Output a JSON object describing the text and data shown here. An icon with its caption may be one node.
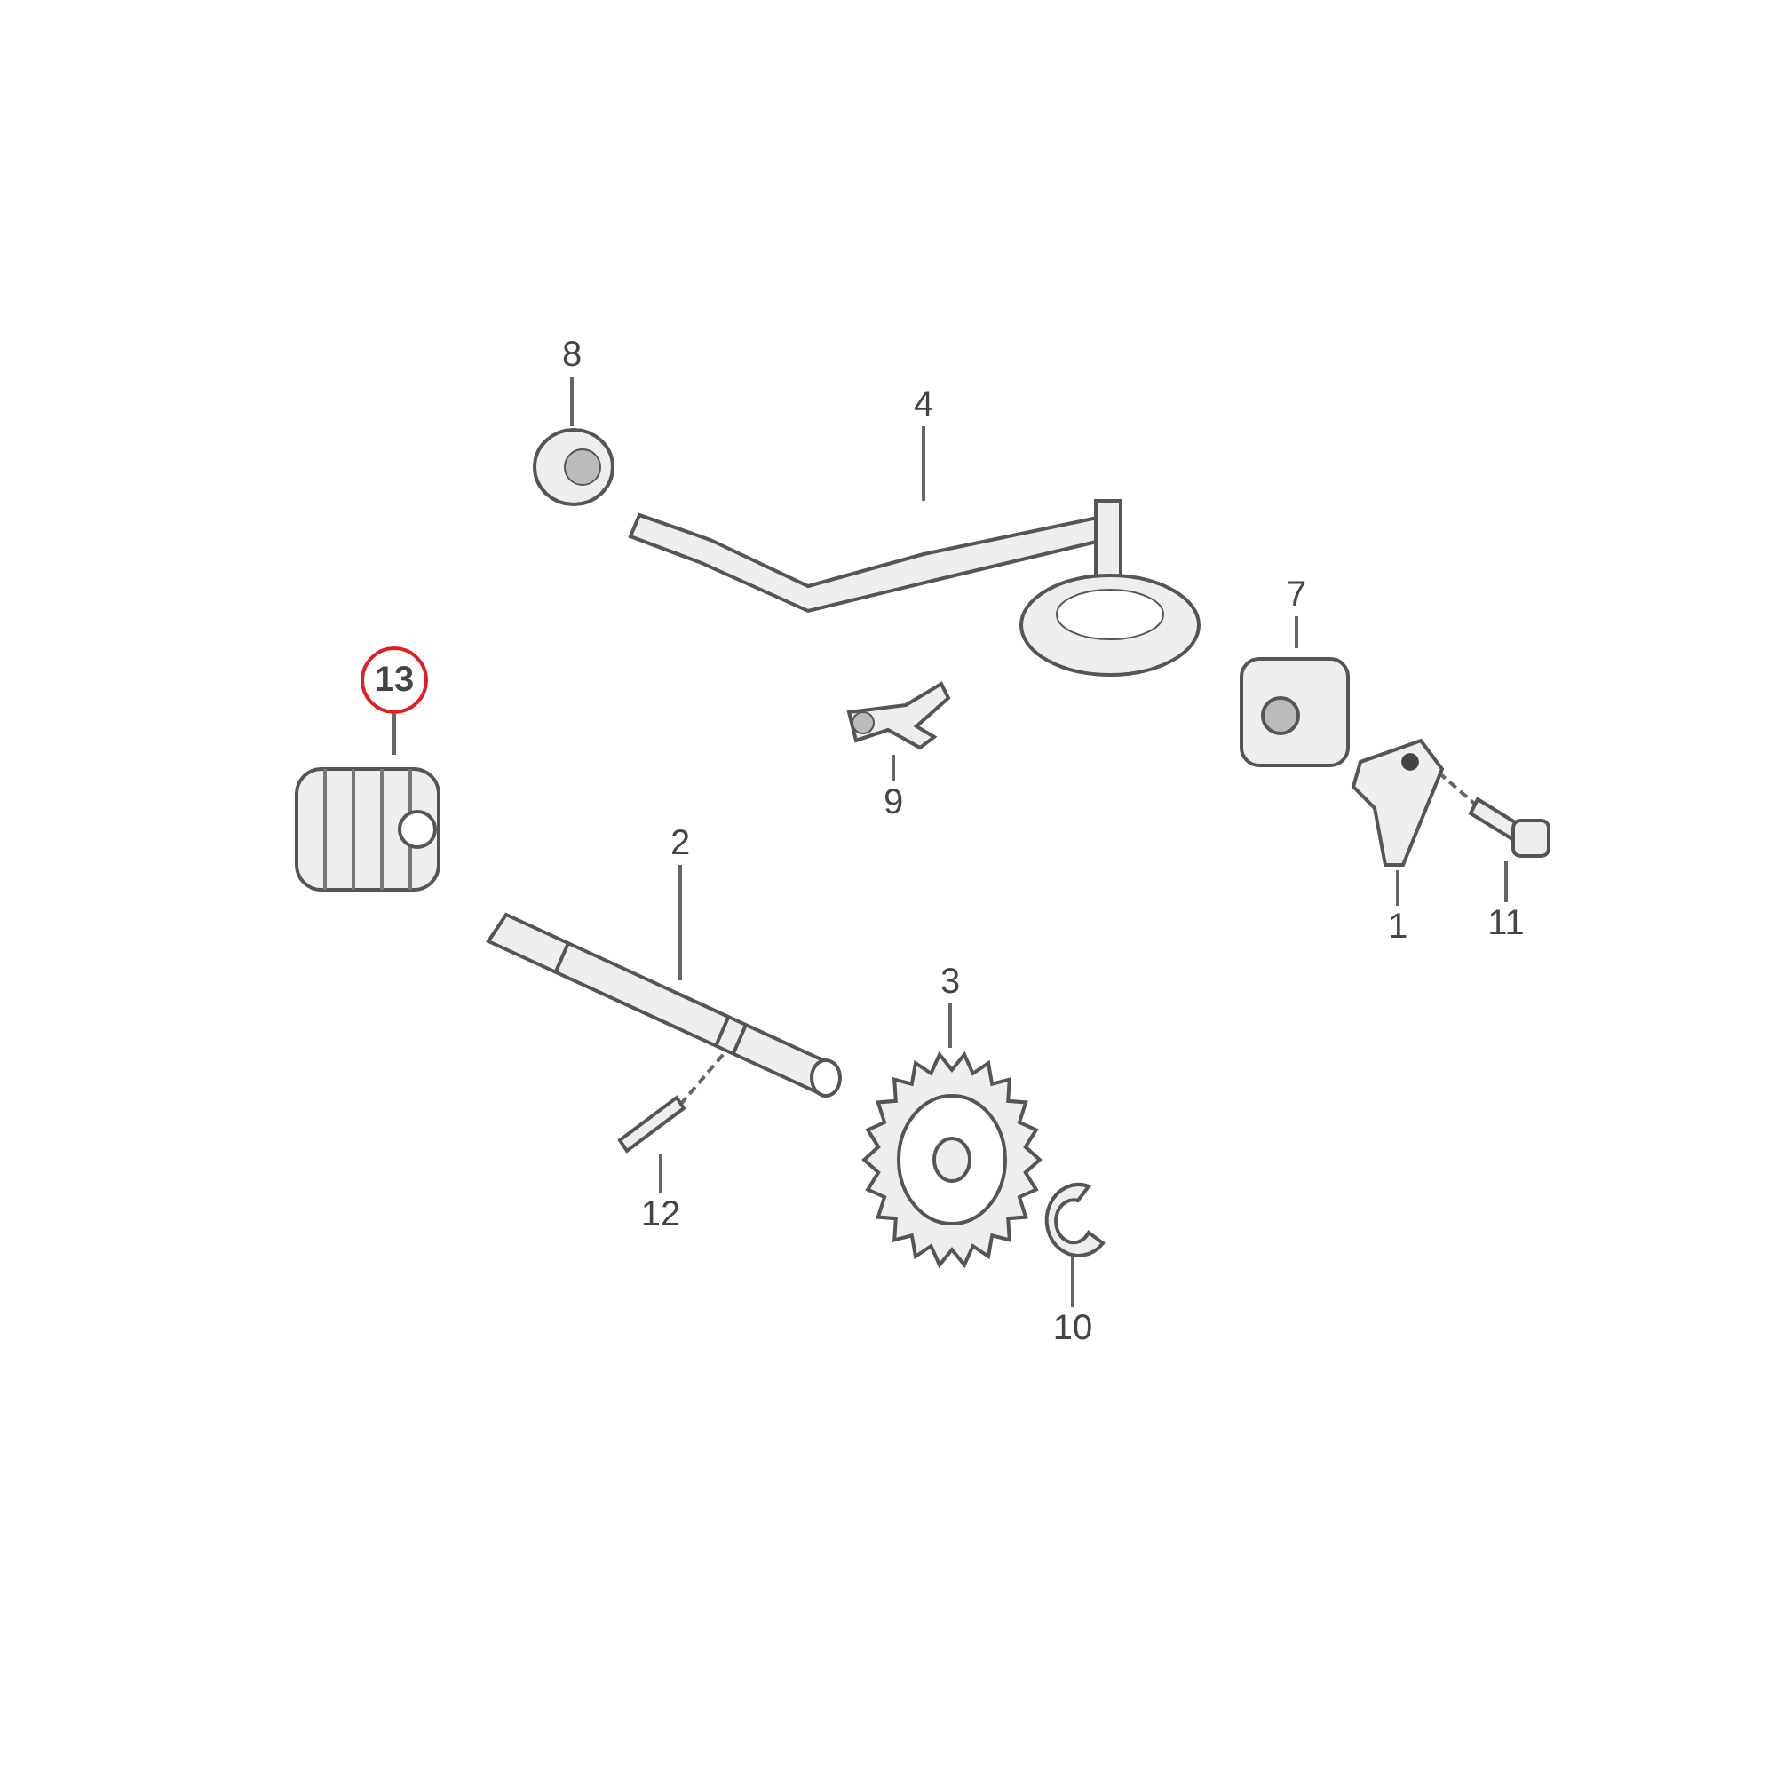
{
  "diagram": {
    "nodes": [
      {
        "text": [
          "8"
        ]
      },
      {
        "text": [],
        "shape": "picture"
      },
      {
        "text": [
          "4"
        ]
      },
      {
        "text": [],
        "shape": "picture"
      },
      {
        "text": [
          "13"
        ]
      },
      {
        "text": [],
        "shape": "picture"
      },
      {
        "text": [
          "7"
        ]
      },
      {
        "text": [],
        "shape": "picture"
      },
      {
        "text": [
          "9"
        ]
      },
      {
        "text": [],
        "shape": "picture"
      },
      {
        "text": [
          "2"
        ]
      },
      {
        "text": [],
        "shape": "picture"
      },
      {
        "text": [
          "1"
        ]
      },
      {
        "text": [],
        "shape": "picture"
      },
      {
        "text": [
          "11"
        ]
      },
      {
        "text": [],
        "shape": "picture"
      },
      {
        "text": [
          "3"
        ]
      },
      {
        "text": [],
        "shape": "picture"
      },
      {
        "text": [
          "12"
        ]
      },
      {
        "text": [],
        "shape": "picture"
      },
      {
        "text": [
          "10"
        ]
      },
      {
        "text": [],
        "shape": "picture"
      }
    ],
    "edges": [
      {
        "from": 0,
        "to": 1,
        "arrow": "none"
      },
      {
        "from": 2,
        "to": 3,
        "arrow": "none"
      },
      {
        "from": 4,
        "to": 5,
        "arrow": "none"
      },
      {
        "from": 6,
        "to": 7,
        "arrow": "none"
      },
      {
        "from": 8,
        "to": 9,
        "arrow": "none"
      },
      {
        "from": 10,
        "to": 11,
        "arrow": "none"
      },
      {
        "from": 12,
        "to": 13,
        "arrow": "none"
      },
      {
        "from": 14,
        "to": 15,
        "arrow": "none"
      },
      {
        "from": 16,
        "to": 17,
        "arrow": "none"
      },
      {
        "from": 18,
        "to": 19,
        "arrow": "none"
      },
      {
        "from": 20,
        "to": 21,
        "arrow": "none"
      },
      {
        "from": 19,
        "to": 11,
        "arrow": "none",
        "style": "dashed"
      },
      {
        "from": 15,
        "to": 13,
        "arrow": "none",
        "style": "dashed"
      }
    ]
  }
}
